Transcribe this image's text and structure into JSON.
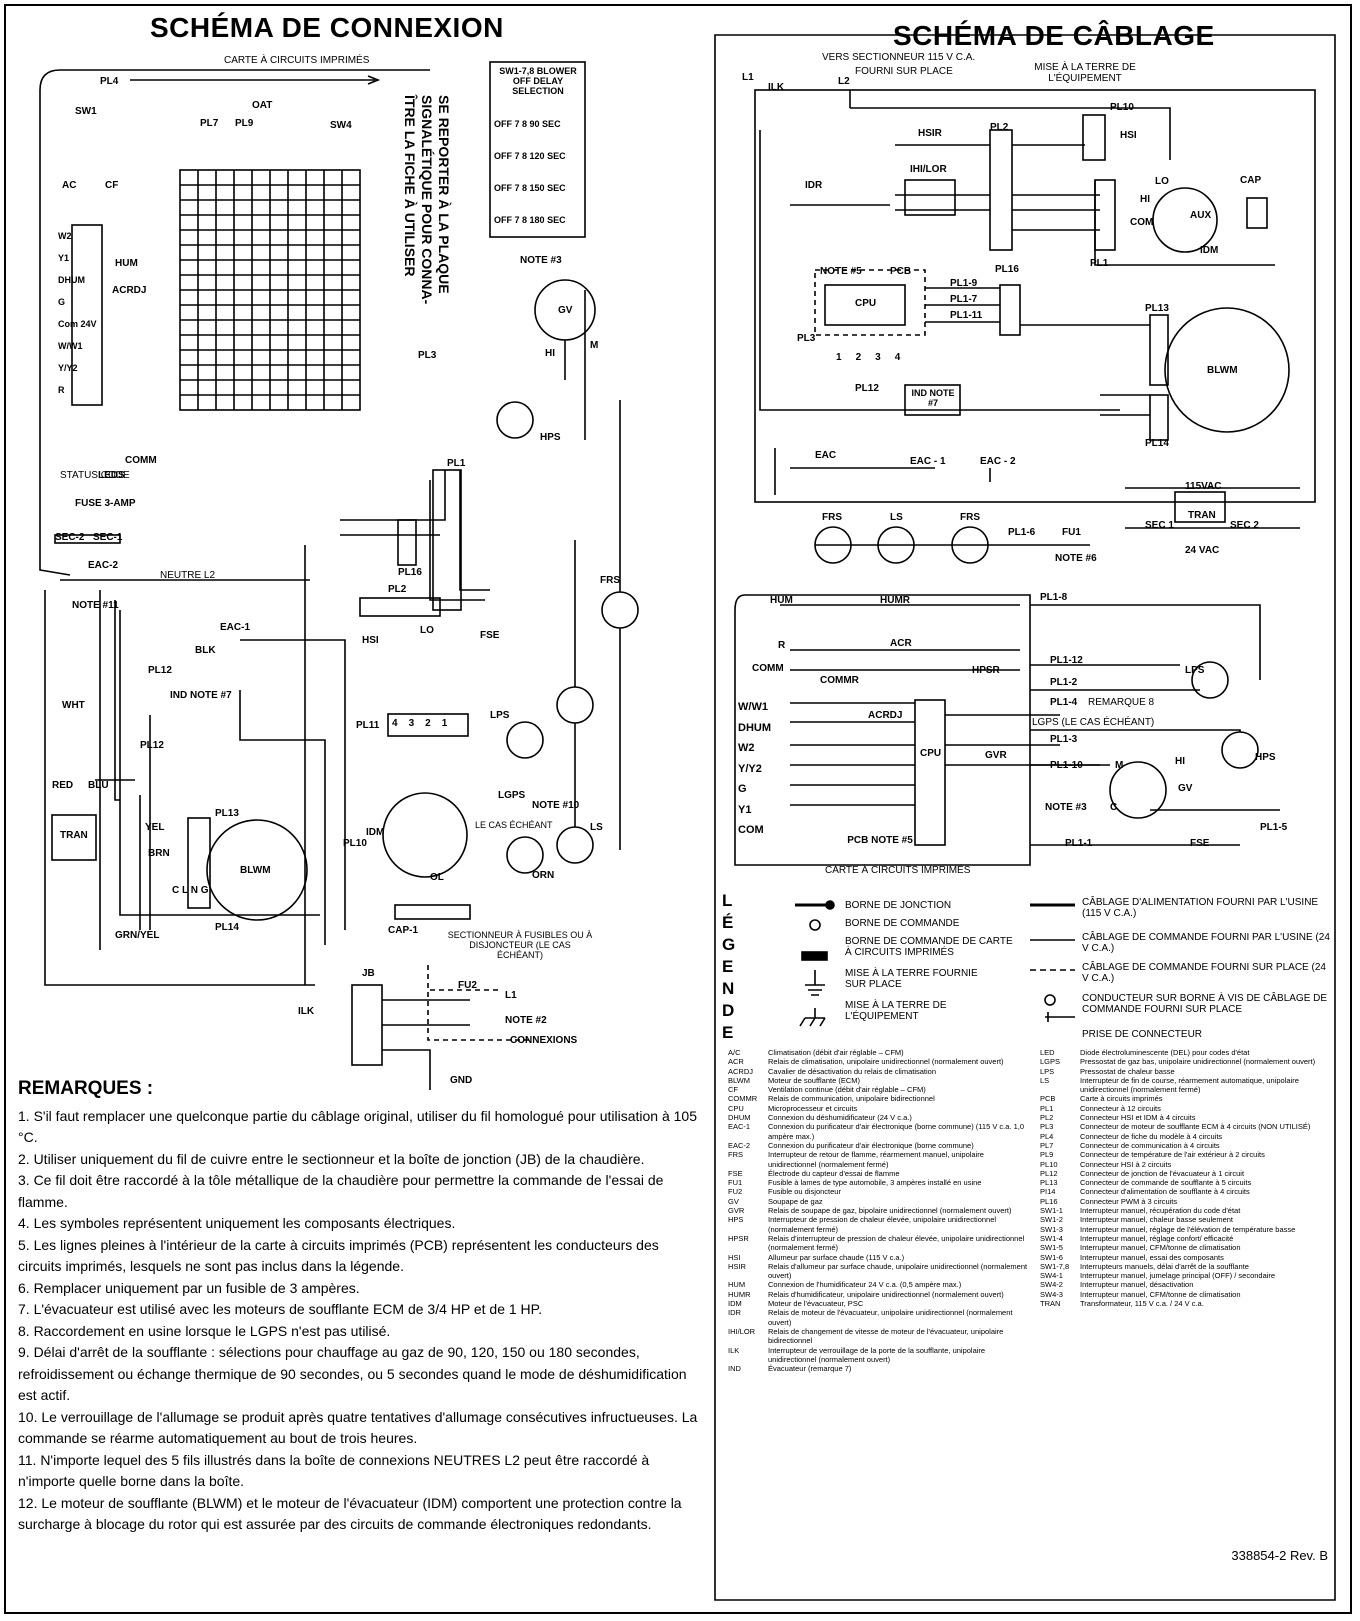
{
  "left_title": "SCHÉMA DE CONNEXION",
  "right_title": "SCHÉMA DE CÂBLAGE",
  "connection": {
    "board_label": "CARTE À CIRCUITS IMPRIMÉS",
    "pl4": "PL4",
    "pl7": "PL7",
    "oat": "OAT",
    "pl9": "PL9",
    "sw4": "SW4",
    "sw1": "SW1",
    "ac": "AC",
    "cf": "CF",
    "hum": "HUM",
    "acrdj": "ACRDJ",
    "terminals": [
      "W2",
      "Y1",
      "DHUM",
      "G",
      "Com 24V",
      "W/W1",
      "Y/Y2",
      "R"
    ],
    "comm": "COMM",
    "leds": "LEDS",
    "status_code": "STATUS CODE",
    "fuse": "FUSE 3-AMP",
    "sec2": "SEC-2",
    "sec1": "SEC-1",
    "eac2": "EAC-2",
    "eac1": "EAC-1",
    "neutre": "NEUTRE L2",
    "note11": "NOTE #11",
    "pl12": "PL12",
    "ind": "IND NOTE #7",
    "blk": "BLK",
    "wht": "WHT",
    "red": "RED",
    "blu": "BLU",
    "yel": "YEL",
    "brn": "BRN",
    "tran": "TRAN",
    "pl13": "PL13",
    "blwm": "BLWM",
    "pl14": "PL14",
    "clng": "C L N G",
    "grnyel": "GRN/YEL",
    "refer_text": [
      "SE REPORTER À LA PLAQUE",
      "SIGNALÉTIQUE POUR CONNA-",
      "ÎTRE LA FICHE À UTILISER"
    ],
    "pl3": "PL3",
    "sw_title": "SW1-7,8 BLOWER OFF DELAY SELECTION",
    "sw_opts": [
      {
        "off": "OFF",
        "pos": "7 8",
        "sec": "90 SEC"
      },
      {
        "off": "OFF",
        "pos": "7 8",
        "sec": "120 SEC"
      },
      {
        "off": "OFF",
        "pos": "7 8",
        "sec": "150 SEC"
      },
      {
        "off": "OFF",
        "pos": "7 8",
        "sec": "180 SEC"
      }
    ],
    "gv": "GV",
    "m": "M",
    "hi": "HI",
    "note3": "NOTE #3",
    "hps": "HPS",
    "pl1": "PL1",
    "pl16": "PL16",
    "pl2": "PL2",
    "hsi": "HSI",
    "lo": "LO",
    "pl11": "PL11",
    "pl11_pins": [
      "4",
      "3",
      "2",
      "1"
    ],
    "idm": "IDM",
    "ol": "OL",
    "cap1": "CAP-1",
    "pl10": "PL10",
    "fse": "FSE",
    "lps": "LPS",
    "lgps": "LGPS",
    "le_cas": "LE CAS ÉCHÉANT",
    "note10": "NOTE #10",
    "orn": "ORN",
    "frs": "FRS",
    "ls": "LS",
    "jb": "JB",
    "ilk": "ILK",
    "fu2": "FU2",
    "l1": "L1",
    "note2": "NOTE #2",
    "connexions": "CONNEXIONS",
    "gnd": "GND",
    "disconnect": "SECTIONNEUR À FUSIBLES OU À DISJONCTEUR (LE CAS ÉCHÉANT)"
  },
  "wiring": {
    "top_note": "VERS SECTIONNEUR 115 V C.A.",
    "top_note2": "FOURNI SUR PLACE",
    "ground_note": "MISE À LA TERRE DE L'ÉQUIPEMENT",
    "l1": "L1",
    "l2": "L2",
    "ilk": "ILK",
    "pl10": "PL10",
    "hsi": "HSI",
    "hsir": "HSIR",
    "pl2": "PL2",
    "ihlor": "IHI/LOR",
    "idr": "IDR",
    "lo": "LO",
    "hi": "HI",
    "com": "COM",
    "cap": "CAP",
    "aux": "AUX",
    "idm": "IDM",
    "pl1": "PL1",
    "note5": "NOTE #5",
    "pcb": "PCB",
    "cpu": "CPU",
    "pl16": "PL16",
    "pl19": "PL1-9",
    "pl17": "PL1-7",
    "pl111": "PL1-11",
    "pl3": "PL3",
    "pl3_pins": [
      "1",
      "2",
      "3",
      "4"
    ],
    "pl13": "PL13",
    "blwm": "BLWM",
    "pl12": "PL12",
    "ind": "IND NOTE #7",
    "pl14": "PL14",
    "eac": "EAC",
    "eac1": "EAC - 1",
    "eac2": "EAC - 2",
    "v115": "115VAC",
    "tran": "TRAN",
    "v24": "24 VAC",
    "sec1": "SEC 1",
    "sec2": "SEC 2",
    "frs": "FRS",
    "ls": "LS",
    "pl16_": "PL1-6",
    "fu1": "FU1",
    "note6": "NOTE #6",
    "pl18": "PL1-8",
    "hum": "HUM",
    "humr": "HUMR",
    "r": "R",
    "acr": "ACR",
    "comm": "COMM",
    "commr": "COMMR",
    "hpsr": "HPSR",
    "acrdj": "ACRDJ",
    "pl112": "PL1-12",
    "pl12b": "PL1-2",
    "pl14b": "PL1-4",
    "remarque8": "REMARQUE 8",
    "lgps": "LGPS (LE CAS ÉCHÉANT)",
    "pl13b": "PL1-3",
    "pl110": "PL1-10",
    "lps": "LPS",
    "hps": "HPS",
    "gvr": "GVR",
    "m": "M",
    "gv": "GV",
    "c": "C",
    "note3": "NOTE #3",
    "pl15": "PL1-5",
    "pl11b": "PL1-1",
    "fse": "FSE",
    "pcb2": "PCB NOTE #5",
    "board": "CARTE À CIRCUITS IMPRIMÉS",
    "inputs": [
      "W/W1",
      "DHUM",
      "W2",
      "Y/Y2",
      "G",
      "Y1",
      "COM"
    ]
  },
  "remarques_title": "REMARQUES :",
  "remarques": [
    "1. S'il faut remplacer une quelconque partie du câblage original, utiliser du fil homologué pour utilisation à 105 °C.",
    "2. Utiliser uniquement du fil de cuivre entre le sectionneur et la boîte de jonction (JB) de la chaudière.",
    "3. Ce fil doit être raccordé à la tôle métallique de la chaudière pour permettre la commande de l'essai de flamme.",
    "4. Les symboles représentent uniquement les composants électriques.",
    "5. Les lignes pleines à l'intérieur de la carte à circuits imprimés (PCB) représentent les conducteurs des circuits imprimés, lesquels ne sont pas inclus dans la légende.",
    "6. Remplacer uniquement par un fusible de 3 ampères.",
    "7. L'évacuateur est utilisé avec les moteurs de soufflante ECM de 3/4 HP et de 1 HP.",
    "8. Raccordement en usine lorsque le LGPS n'est pas utilisé.",
    "9. Délai d'arrêt de la soufflante : sélections pour chauffage au gaz de 90, 120, 150 ou 180 secondes, refroidissement ou échange thermique de 90 secondes, ou 5 secondes quand le mode de déshumidification est actif.",
    "10. Le verrouillage de l'allumage se produit après quatre tentatives d'allumage consécutives infructueuses. La commande se réarme automatiquement au bout de trois heures.",
    "11. N'importe lequel des 5 fils illustrés dans la boîte de connexions NEUTRES L2 peut être raccordé à n'importe quelle borne dans la boîte.",
    "12. Le moteur de soufflante (BLWM) et le moteur de l'évacuateur (IDM) comportent une protection contre la surcharge à blocage du rotor qui est assurée par des circuits de commande électroniques redondants."
  ],
  "legend": {
    "letters": [
      "L",
      "É",
      "G",
      "E",
      "N",
      "D",
      "E"
    ],
    "symbols": [
      "BORNE DE JONCTION",
      "BORNE DE COMMANDE",
      "BORNE DE COMMANDE DE CARTE À CIRCUITS IMPRIMÉS",
      "MISE À LA TERRE FOURNIE SUR PLACE",
      "MISE À LA TERRE DE L'ÉQUIPEMENT"
    ],
    "lines": [
      "CÂBLAGE D'ALIMENTATION FOURNI PAR L'USINE (115 V C.A.)",
      "CÂBLAGE DE COMMANDE FOURNI PAR L'USINE (24 V C.A.)",
      "CÂBLAGE DE COMMANDE FOURNI SUR PLACE (24 V C.A.)",
      "CONDUCTEUR SUR BORNE À VIS DE CÂBLAGE DE COMMANDE FOURNI SUR PLACE",
      "PRISE DE CONNECTEUR"
    ]
  },
  "abbr_left": [
    [
      "A/C",
      "Climatisation (débit d'air réglable – CFM)"
    ],
    [
      "ACR",
      "Relais de climatisation, unipolaire unidirectionnel (normalement ouvert)"
    ],
    [
      "ACRDJ",
      "Cavalier de désactivation du relais de climatisation"
    ],
    [
      "BLWM",
      "Moteur de soufflante (ECM)"
    ],
    [
      "CF",
      "Ventilation continue (débit d'air réglable – CFM)"
    ],
    [
      "COMMR",
      "Relais de communication, unipolaire bidirectionnel"
    ],
    [
      "CPU",
      "Microprocesseur et circuits"
    ],
    [
      "DHUM",
      "Connexion du déshumidificateur (24 V c.a.)"
    ],
    [
      "EAC-1",
      "Connexion du purificateur d'air électronique (borne commune) (115 V c.a. 1,0 ampère max.)"
    ],
    [
      "EAC-2",
      "Connexion du purificateur d'air électronique (borne commune)"
    ],
    [
      "FRS",
      "Interrupteur de retour de flamme, réarmement manuel, unipolaire unidirectionnel (normalement fermé)"
    ],
    [
      "FSE",
      "Électrode du capteur d'essai de flamme"
    ],
    [
      "FU1",
      "Fusible à lames de type automobile, 3 ampères installé en usine"
    ],
    [
      "FU2",
      "Fusible ou disjoncteur"
    ],
    [
      "GV",
      "Soupape de gaz"
    ],
    [
      "GVR",
      "Relais de soupape de gaz, bipolaire unidirectionnel (normalement ouvert)"
    ],
    [
      "HPS",
      "Interrupteur de pression de chaleur élevée, unipolaire unidirectionnel (normalement fermé)"
    ],
    [
      "HPSR",
      "Relais d'interrupteur de pression de chaleur élevée, unipolaire unidirectionnel (normalement fermé)"
    ],
    [
      "HSI",
      "Allumeur par surface chaude (115 V c.a.)"
    ],
    [
      "HSIR",
      "Relais d'allumeur par surface chaude, unipolaire unidirectionnel (normalement ouvert)"
    ],
    [
      "HUM",
      "Connexion de l'humidificateur 24 V c.a. (0,5 ampère max.)"
    ],
    [
      "HUMR",
      "Relais d'humidificateur, unipolaire unidirectionnel (normalement ouvert)"
    ],
    [
      "IDM",
      "Moteur de l'évacuateur, PSC"
    ],
    [
      "IDR",
      "Relais de moteur de l'évacuateur, unipolaire unidirectionnel (normalement ouvert)"
    ],
    [
      "IHI/LOR",
      "Relais de changement de vitesse de moteur de l'évacuateur, unipolaire bidirectionnel"
    ],
    [
      "ILK",
      "Interrupteur de verrouillage de la porte de la soufflante, unipolaire unidirectionnel (normalement ouvert)"
    ],
    [
      "IND",
      "Évacuateur (remarque 7)"
    ]
  ],
  "abbr_right": [
    [
      "LED",
      "Diode électroluminescente (DEL) pour codes d'état"
    ],
    [
      "LGPS",
      "Pressostat de gaz bas, unipolaire unidirectionnel (normalement ouvert)"
    ],
    [
      "LPS",
      "Pressostat de chaleur basse"
    ],
    [
      "LS",
      "Interrupteur de fin de course, réarmement automatique, unipolaire unidirectionnel (normalement fermé)"
    ],
    [
      "PCB",
      "Carte à circuits imprimés"
    ],
    [
      "PL1",
      "Connecteur à 12 circuits"
    ],
    [
      "PL2",
      "Connecteur HSI et IDM à 4 circuits"
    ],
    [
      "PL3",
      "Connecteur de moteur de soufflante ECM à 4 circuits (NON UTILISÉ)"
    ],
    [
      "PL4",
      "Connecteur de fiche du modèle à 4 circuits"
    ],
    [
      "PL7",
      "Connecteur de communication à 4 circuits"
    ],
    [
      "PL9",
      "Connecteur de température de l'air extérieur à 2 circuits"
    ],
    [
      "PL10",
      "Connecteur HSI à 2 circuits"
    ],
    [
      "PL12",
      "Connecteur de jonction de l'évacuateur à 1 circuit"
    ],
    [
      "PL13",
      "Connecteur de commande de soufflante à 5 circuits"
    ],
    [
      "PI14",
      "Connecteur d'alimentation de soufflante à 4 circuits"
    ],
    [
      "PL16",
      "Connecteur PWM à 3 circuits"
    ],
    [
      "SW1-1",
      "Interrupteur manuel, récupération du code d'état"
    ],
    [
      "SW1-2",
      "Interrupteur manuel, chaleur basse seulement"
    ],
    [
      "SW1-3",
      "Interrupteur manuel, réglage de l'élévation de température basse"
    ],
    [
      "SW1-4",
      "Interrupteur manuel, réglage confort/ efficacité"
    ],
    [
      "SW1-5",
      "Interrupteur manuel, CFM/tonne de climatisation"
    ],
    [
      "SW1-6",
      "Interrupteur manuel, essai des composants"
    ],
    [
      "SW1-7,8",
      "Interrupteurs manuels, délai d'arrêt de la soufflante"
    ],
    [
      "SW4-1",
      "Interrupteur manuel, jumelage principal (OFF) / secondaire"
    ],
    [
      "SW4-2",
      "Interrupteur manuel, désactivation"
    ],
    [
      "SW4-3",
      "Interrupteur manuel, CFM/tonne de climatisation"
    ],
    [
      "TRAN",
      "Transformateur, 115 V c.a. / 24 V c.a."
    ]
  ],
  "footer": "338854-2 Rev. B"
}
